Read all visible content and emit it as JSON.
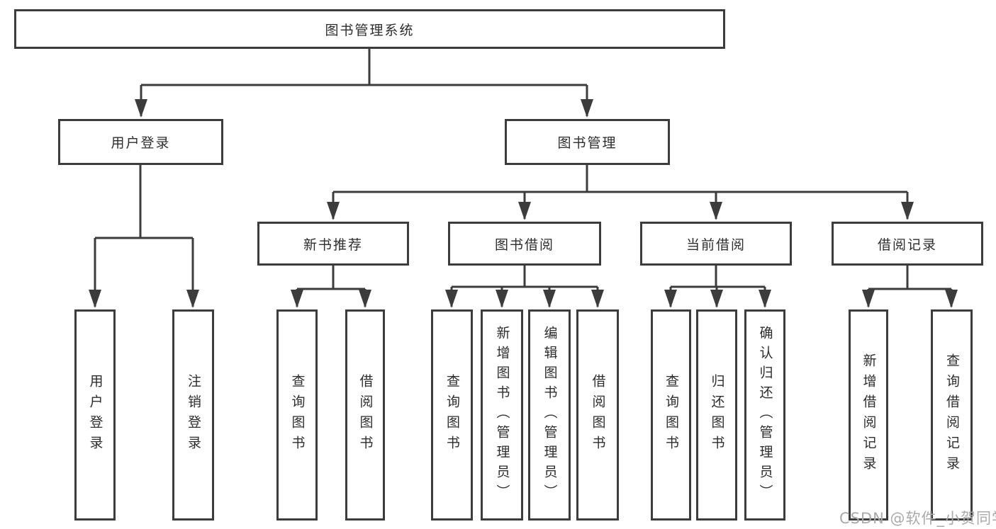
{
  "root": {
    "label": "图书管理系统"
  },
  "branches": {
    "user_login": {
      "label": "用户登录",
      "children": {
        "login": "用户登录",
        "logout": "注销登录"
      }
    },
    "book_mgmt": {
      "label": "图书管理",
      "sections": {
        "new_book": {
          "label": "新书推荐",
          "children": {
            "query": "查询图书",
            "borrow": "借阅图书"
          }
        },
        "borrowing": {
          "label": "图书借阅",
          "children": {
            "query": "查询图书",
            "add": "新增图书（管理员）",
            "edit": "编辑图书（管理员）",
            "borrow": "借阅图书"
          }
        },
        "current": {
          "label": "当前借阅",
          "children": {
            "query": "查询图书",
            "return": "归还图书",
            "confirm": "确认归还（管理员）"
          }
        },
        "records": {
          "label": "借阅记录",
          "children": {
            "add": "新增借阅记录",
            "query": "查询借阅记录"
          }
        }
      }
    }
  },
  "watermark": "CSDN @软件_小贺同学",
  "colors": {
    "line": "#3c3c3c",
    "text": "#2d2d2d",
    "box_border": "#3c3c3c",
    "box_bg": "#ffffff",
    "watermark": "#a9a9a9"
  }
}
